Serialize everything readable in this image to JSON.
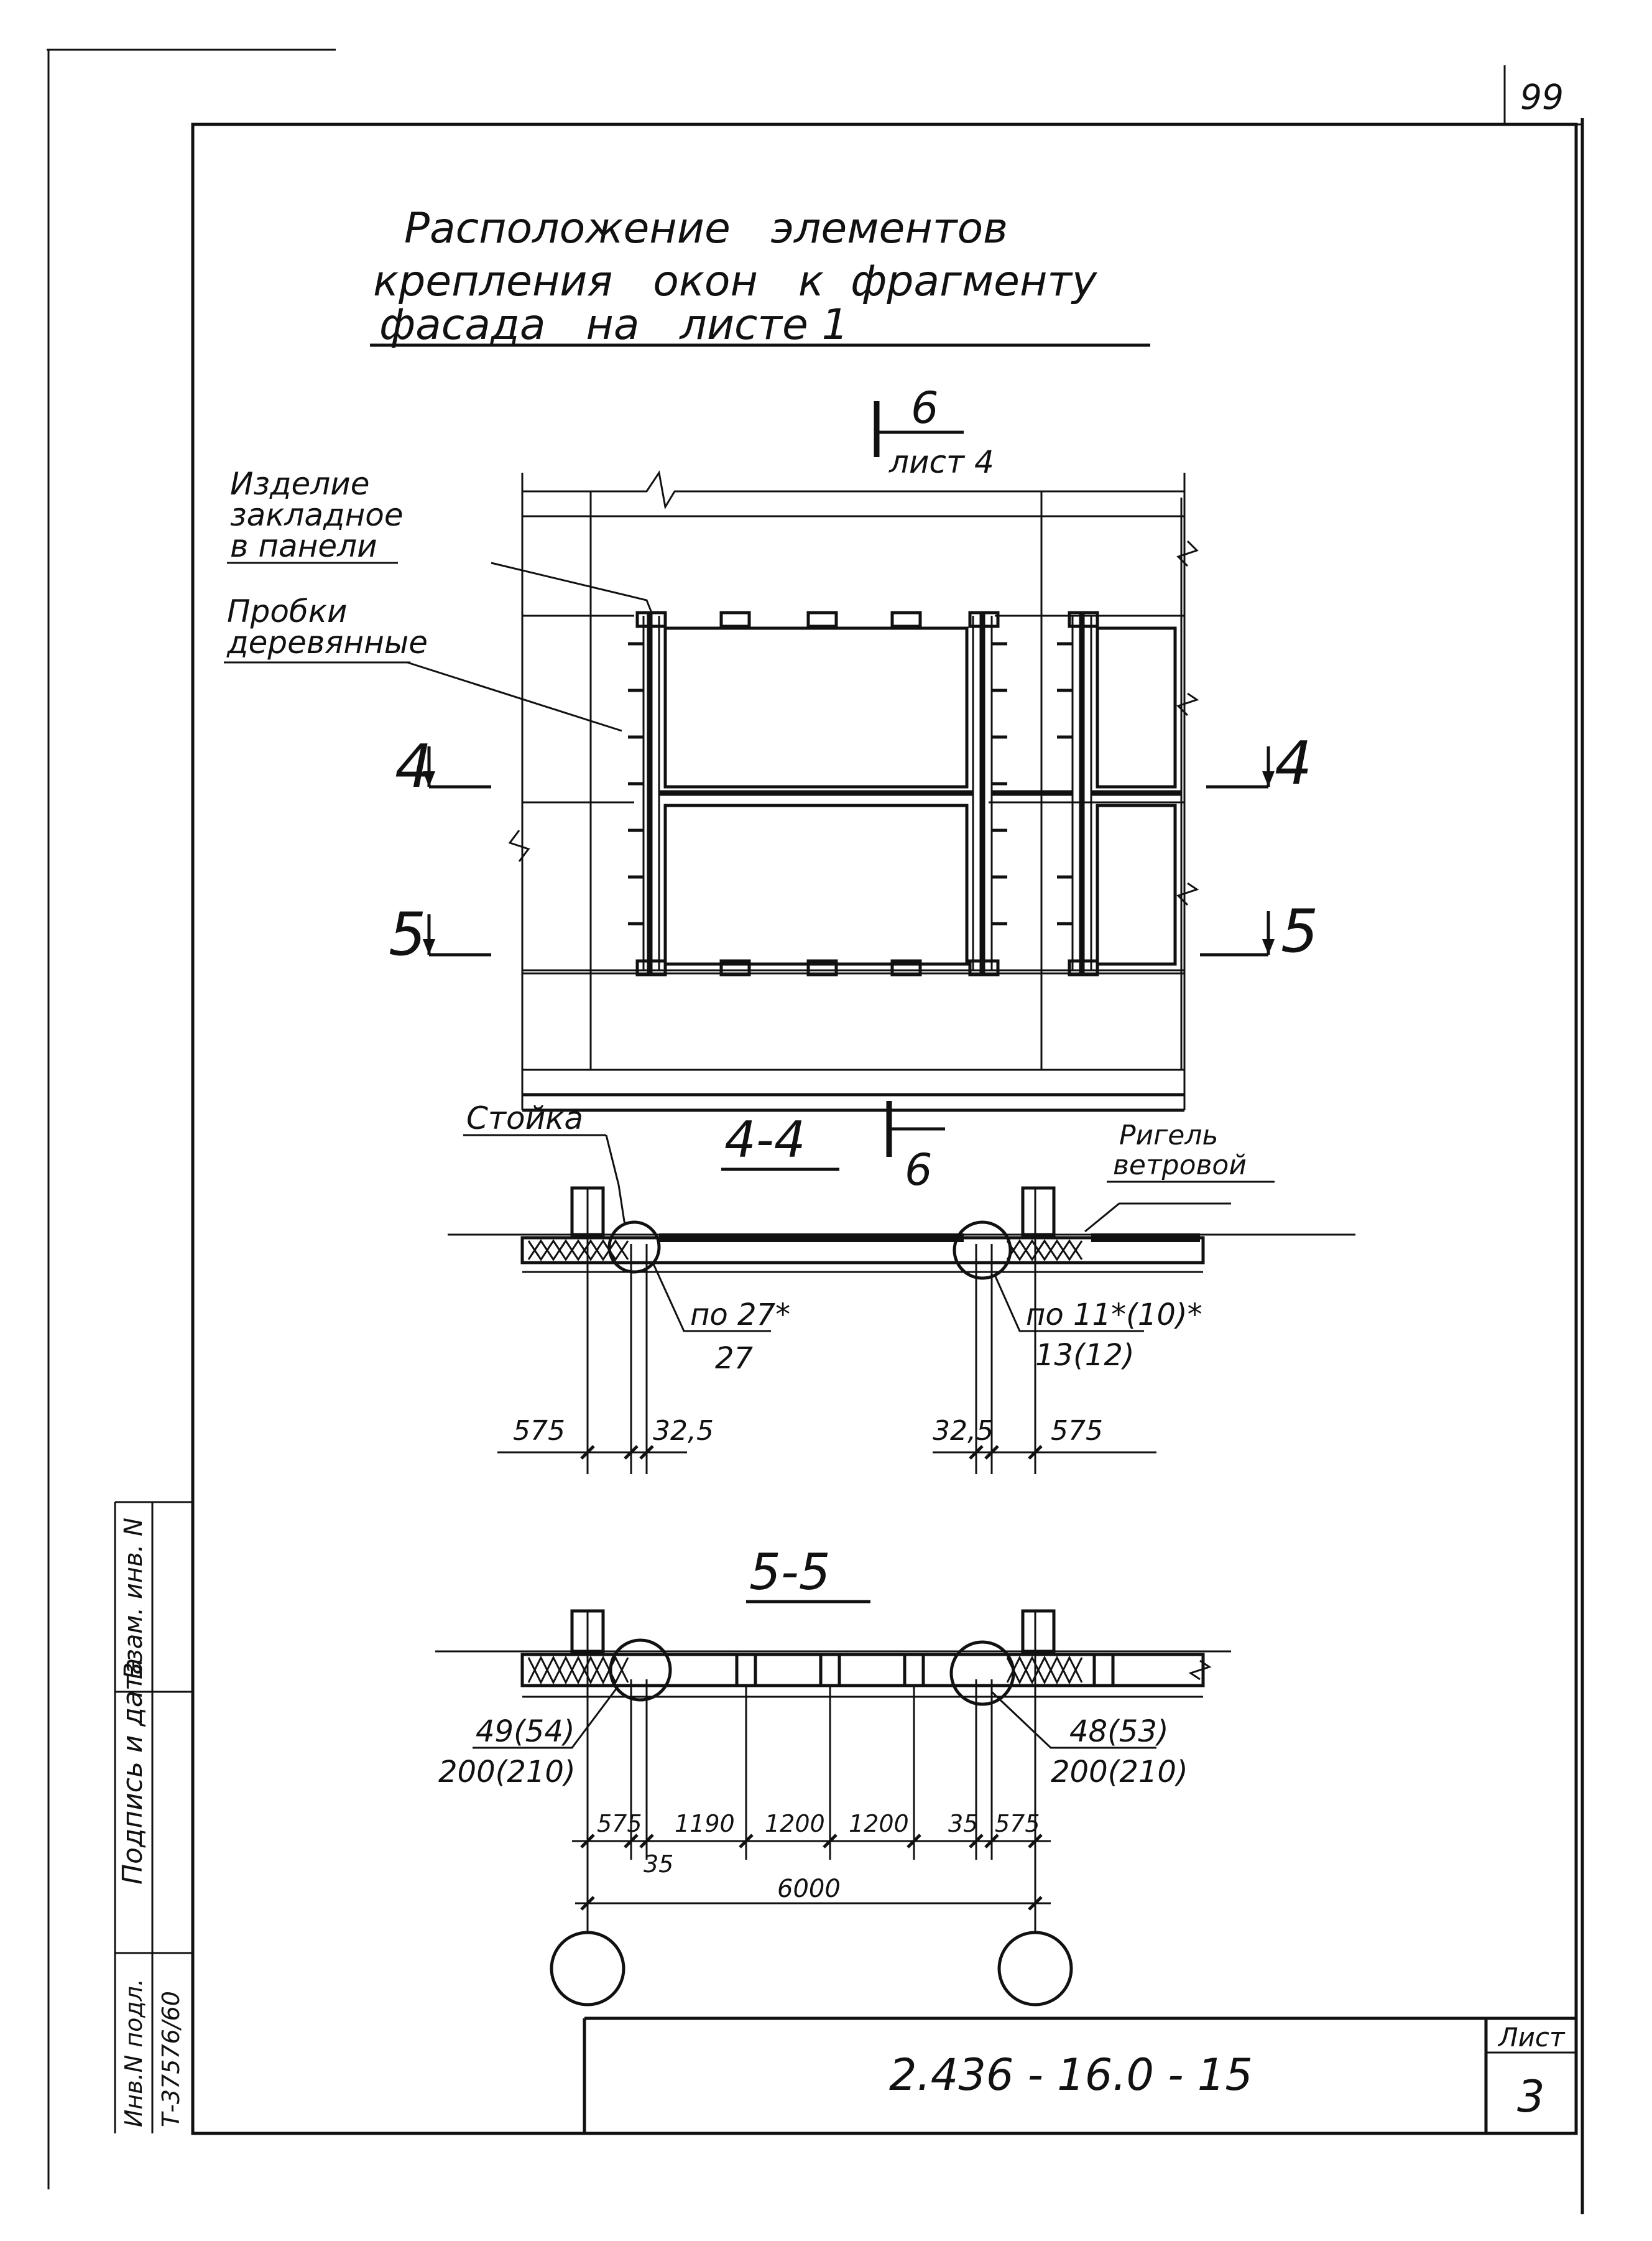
{
  "page_number": "99",
  "title_lines": [
    "Расположение   элементов",
    "крепления   окон   к  фрагменту",
    "фасада   на   листе 1"
  ],
  "elevation": {
    "cut_6": {
      "number": "6",
      "sheet_ref": "лист 4"
    },
    "label_embedded": [
      "Изделие",
      "закладное",
      "в панели"
    ],
    "label_plugs": [
      "Пробки",
      "деревянные"
    ],
    "section_marks": [
      "4",
      "4",
      "5",
      "5"
    ]
  },
  "section_4_4": {
    "title": "4-4",
    "cut_6_number": "6",
    "label_post": "Стойка",
    "label_rail": [
      "Ригель",
      "ветровой"
    ],
    "callout_left": {
      "top": "по 27*",
      "bottom": "27"
    },
    "callout_right": {
      "top": "по 11*(10)*",
      "bottom": "13(12)"
    },
    "dims": [
      "575",
      "32,5",
      "32,5",
      "575"
    ]
  },
  "section_5_5": {
    "title": "5-5",
    "callout_left": {
      "top": "49(54)",
      "bottom": "200(210)"
    },
    "callout_right": {
      "top": "48(53)",
      "bottom": "200(210)"
    },
    "dims_top": [
      "575",
      "1190",
      "1200",
      "1200",
      "35",
      "575"
    ],
    "dims_sub": [
      "35"
    ],
    "overall": "6000"
  },
  "side_stamp": {
    "col1": "Инв.N подл.",
    "col1_value": "Т-37576/60",
    "col2": "Подпись и дата",
    "col3": "Взам. инв. N"
  },
  "title_block": {
    "doc_code": "2.436 - 16.0 - 15",
    "sheet_label": "Лист",
    "sheet_number": "3"
  }
}
